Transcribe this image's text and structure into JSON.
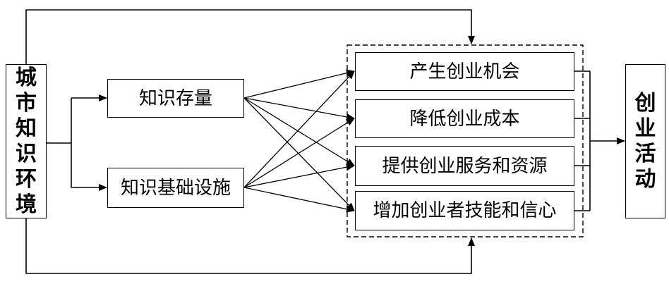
{
  "city_knowledge_environment": {
    "chars": [
      "城",
      "市",
      "知",
      "识",
      "环",
      "境"
    ]
  },
  "knowledge_stock": "知识存量",
  "knowledge_infrastructure": "知识基础设施",
  "mechanisms": [
    {
      "label": "产生创业机会"
    },
    {
      "label": "降低创业成本"
    },
    {
      "label": "提供创业服务和资源"
    },
    {
      "label": "增加创业者技能和信心"
    }
  ],
  "entrepreneurial_activity": {
    "chars": [
      "创",
      "业",
      "活",
      "动"
    ]
  }
}
